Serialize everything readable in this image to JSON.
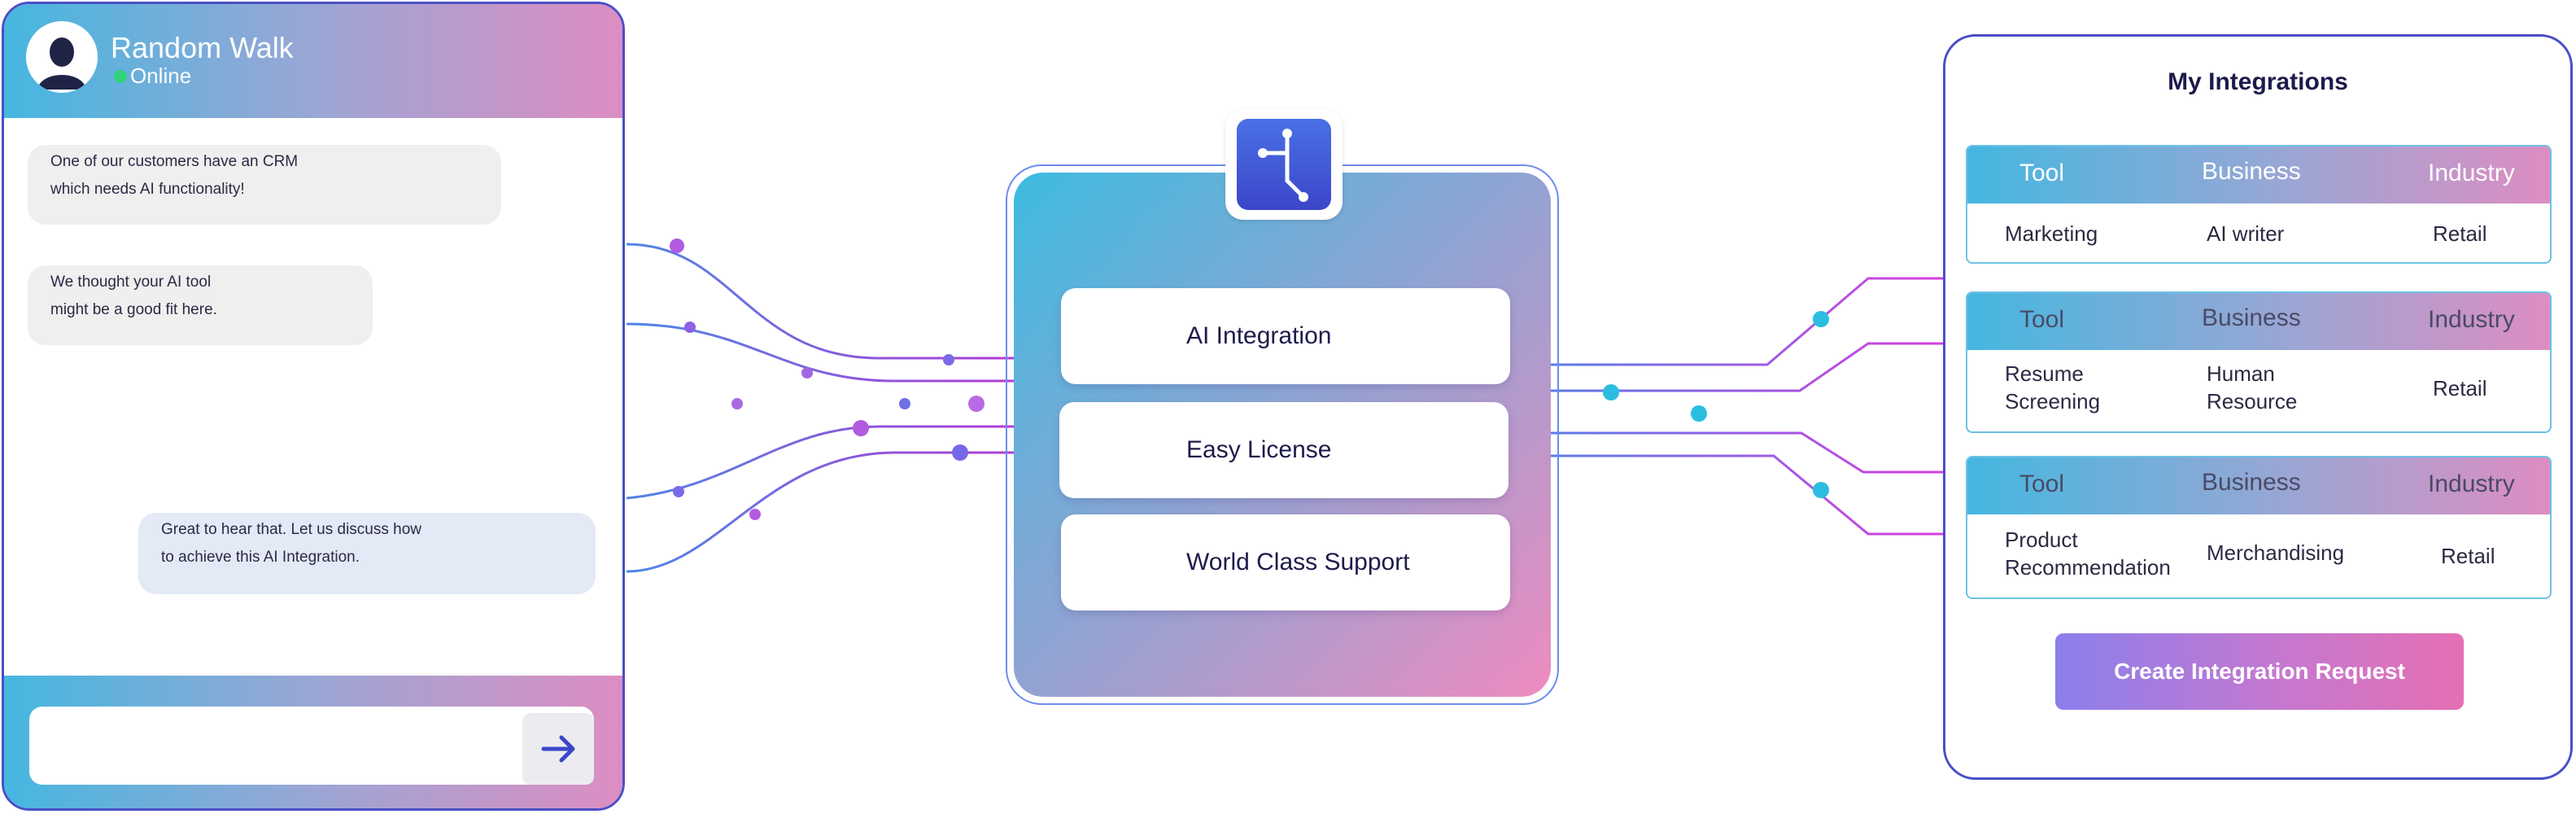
{
  "chat": {
    "title": "Random Walk",
    "status": "Online",
    "messages": [
      {
        "line1": "One of our customers have an CRM",
        "line2": "which needs AI functionality!"
      },
      {
        "line1": "We thought your AI tool",
        "line2": "might be a good fit here."
      },
      {
        "line1": "Great to hear that. Let us discuss how",
        "line2": "to achieve this AI Integration."
      }
    ],
    "input": {
      "value": "",
      "placeholder": ""
    },
    "send_icon": "arrow-right-icon"
  },
  "center": {
    "logo_icon": "integration-logo-icon",
    "features": [
      "AI Integration",
      "Easy License",
      "World Class Support"
    ]
  },
  "integrations": {
    "title": "My Integrations",
    "columns": [
      "Tool",
      "Business",
      "Industry"
    ],
    "rows": [
      {
        "tool": [
          "Marketing"
        ],
        "business": [
          "AI writer"
        ],
        "industry": "Retail"
      },
      {
        "tool": [
          "Resume",
          "Screening"
        ],
        "business": [
          "Human",
          "Resource"
        ],
        "industry": "Retail"
      },
      {
        "tool": [
          "Product",
          "Recommendation"
        ],
        "business": [
          "Merchandising"
        ],
        "industry": "Retail"
      }
    ],
    "create_button": "Create Integration Request"
  },
  "colors": {
    "accent_blue": "#45b7e0",
    "accent_pink": "#dd8dc2",
    "border_indigo": "#4a4fc6",
    "online_green": "#2fd37a",
    "wire_left_purple": "#b25be0",
    "wire_right_cyan": "#2bbde0",
    "wire_right_magenta": "#d93de0"
  }
}
